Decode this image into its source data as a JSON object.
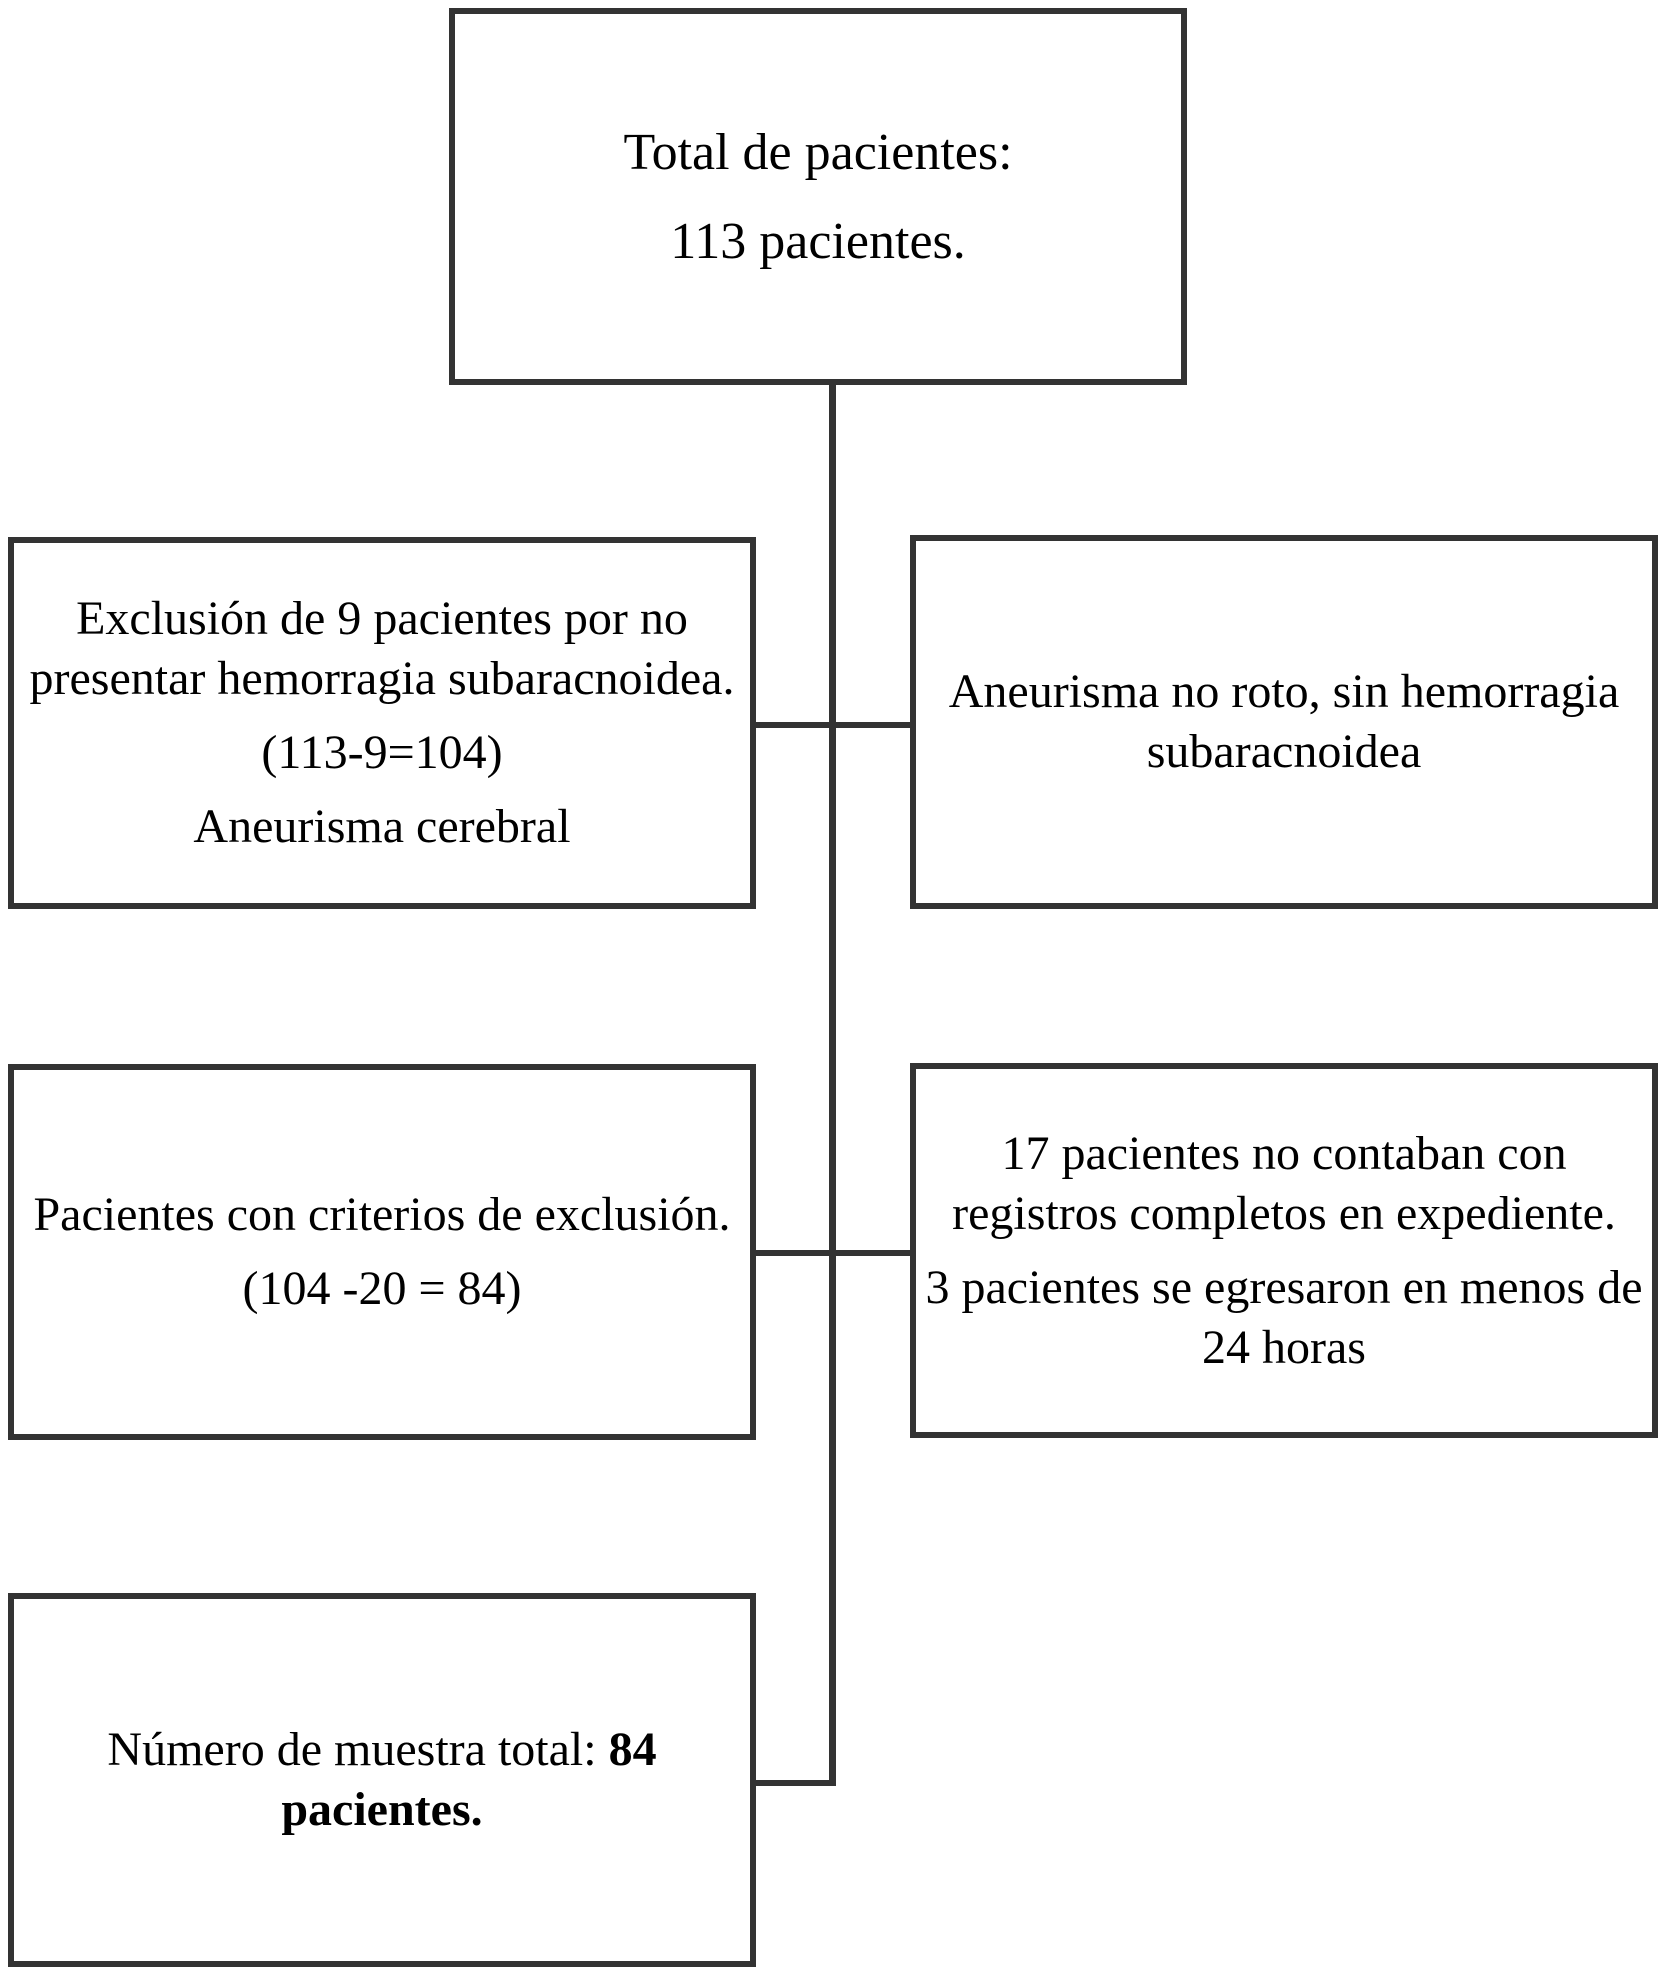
{
  "colors": {
    "line": "#333333",
    "text": "#000000",
    "background": "#ffffff"
  },
  "boxes": {
    "total": {
      "lines": [
        "Total de pacientes:",
        "113 pacientes."
      ]
    },
    "exclusion1": {
      "lines": [
        "Exclusión de 9 pacientes por no presentar hemorragia subaracnoidea.",
        "(113-9=104)",
        "Aneurisma cerebral"
      ]
    },
    "reason1": {
      "lines": [
        "Aneurisma no roto, sin hemorragia subaracnoidea"
      ]
    },
    "exclusion2": {
      "lines": [
        "Pacientes con criterios de exclusión.",
        "(104 -20 = 84)"
      ]
    },
    "reason2": {
      "lines": [
        "17 pacientes no contaban con registros completos en expediente.",
        "3 pacientes se egresaron en menos de 24 horas"
      ]
    },
    "final": {
      "prefix": "Número de muestra total: ",
      "emphasis": "84 pacientes."
    }
  }
}
